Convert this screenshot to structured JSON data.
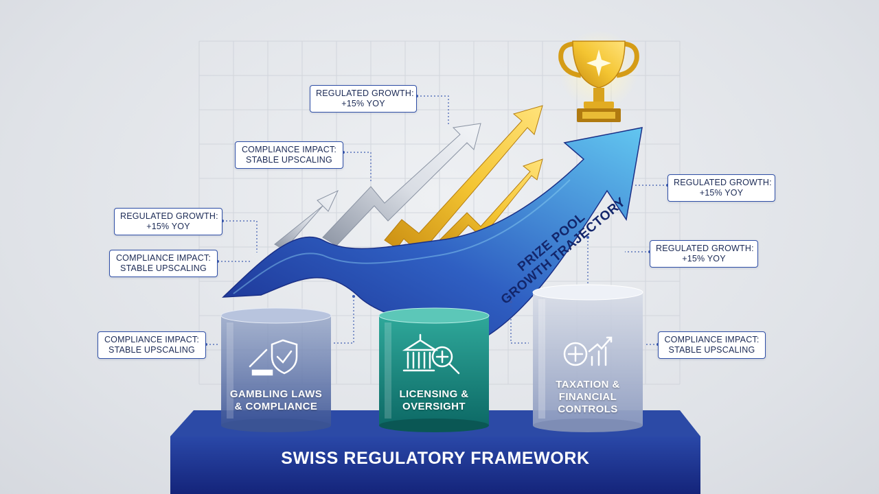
{
  "colors": {
    "navy": "#1b2f86",
    "blue_accent": "#2e4ea6",
    "teal": "#0f7d73",
    "gold": "#f2c12e",
    "silver": "#c3c8d1",
    "light_blue": "#5fc0ee"
  },
  "callouts": [
    {
      "line1": "REGULATED GROWTH:",
      "line2": "+15% YOY"
    },
    {
      "line1": "COMPLIANCE IMPACT:",
      "line2": "STABLE UPSCALING"
    },
    {
      "line1": "REGULATED GROWTH:",
      "line2": "+15% YOY"
    },
    {
      "line1": "COMPLIANCE IMPACT:",
      "line2": "STABLE UPSCALING"
    },
    {
      "line1": "COMPLIANCE IMPACT:",
      "line2": "STABLE UPSCALING"
    },
    {
      "line1": "REGULATED GROWTH:",
      "line2": "+15% YOY"
    },
    {
      "line1": "REGULATED GROWTH:",
      "line2": "+15% YOY"
    },
    {
      "line1": "COMPLIANCE IMPACT:",
      "line2": "STABLE UPSCALING"
    }
  ],
  "arrow_label": {
    "line1": "PRIZE POOL",
    "line2": "GROWTH TRAJECTORY"
  },
  "pillars": [
    {
      "line1": "GAMBLING LAWS",
      "line2": "& COMPLIANCE",
      "line3": "",
      "icon": "gavel-shield-icon"
    },
    {
      "line1": "LICENSING &",
      "line2": "OVERSIGHT",
      "line3": "",
      "icon": "bank-magnifier-icon"
    },
    {
      "line1": "TAXATION &",
      "line2": "FINANCIAL",
      "line3": "CONTROLS",
      "icon": "plus-chart-icon"
    }
  ],
  "base_title": "SWISS REGULATORY FRAMEWORK",
  "trophy_icon": "trophy-icon"
}
